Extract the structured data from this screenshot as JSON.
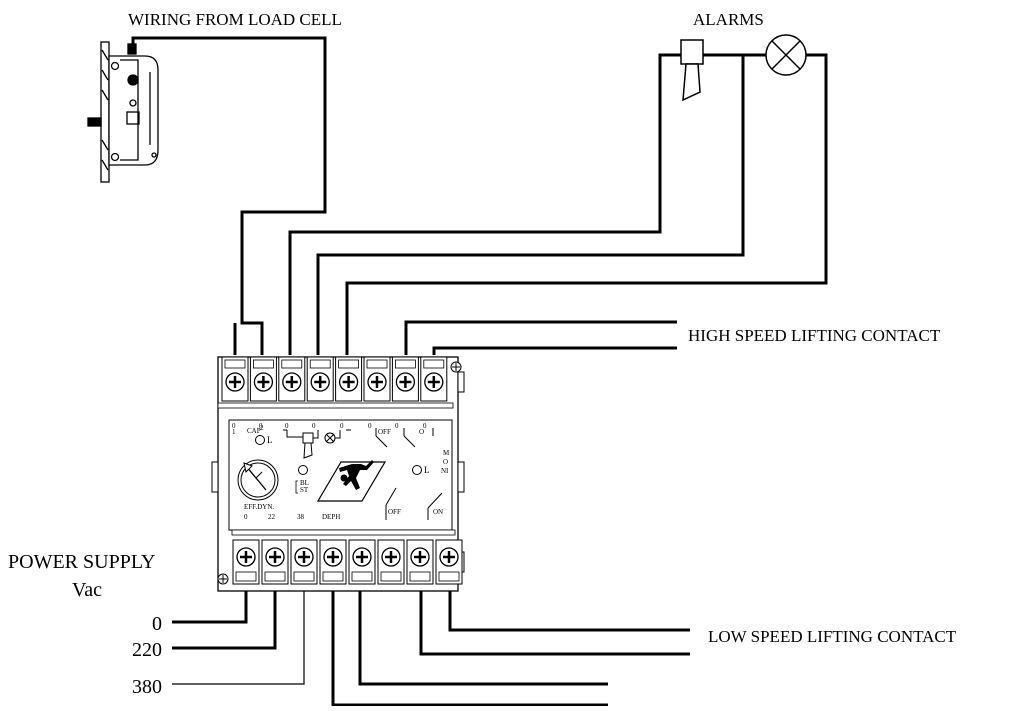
{
  "labels": {
    "load_cell_wiring": "WIRING FROM LOAD CELL",
    "alarms": "ALARMS",
    "high_speed_contact": "HIGH SPEED LIFTING CONTACT",
    "low_speed_contact": "LOW SPEED LIFTING CONTACT",
    "power_supply_line1": "POWER SUPPLY",
    "power_supply_line2": "Vac"
  },
  "supply_voltages": [
    "0",
    "220",
    "380"
  ],
  "panel": {
    "cap_label": "CAP",
    "cap_superscript": "2",
    "l_label": "L",
    "eff_dyn_label": "EFF.DYN.",
    "bl_st_line1": "BL",
    "bl_st_line2": "ST",
    "off_label": "OFF",
    "o_label": "O",
    "moni_letters": [
      "M",
      "O",
      "NI"
    ],
    "on_label": "ON",
    "bottom_marks": [
      "0",
      "22",
      "38",
      "DEPH"
    ]
  },
  "icons": {
    "load_cell": "load-cell-icon",
    "siren": "siren-icon",
    "lamp": "lamp-icon",
    "person_logo": "person-logo-icon"
  }
}
